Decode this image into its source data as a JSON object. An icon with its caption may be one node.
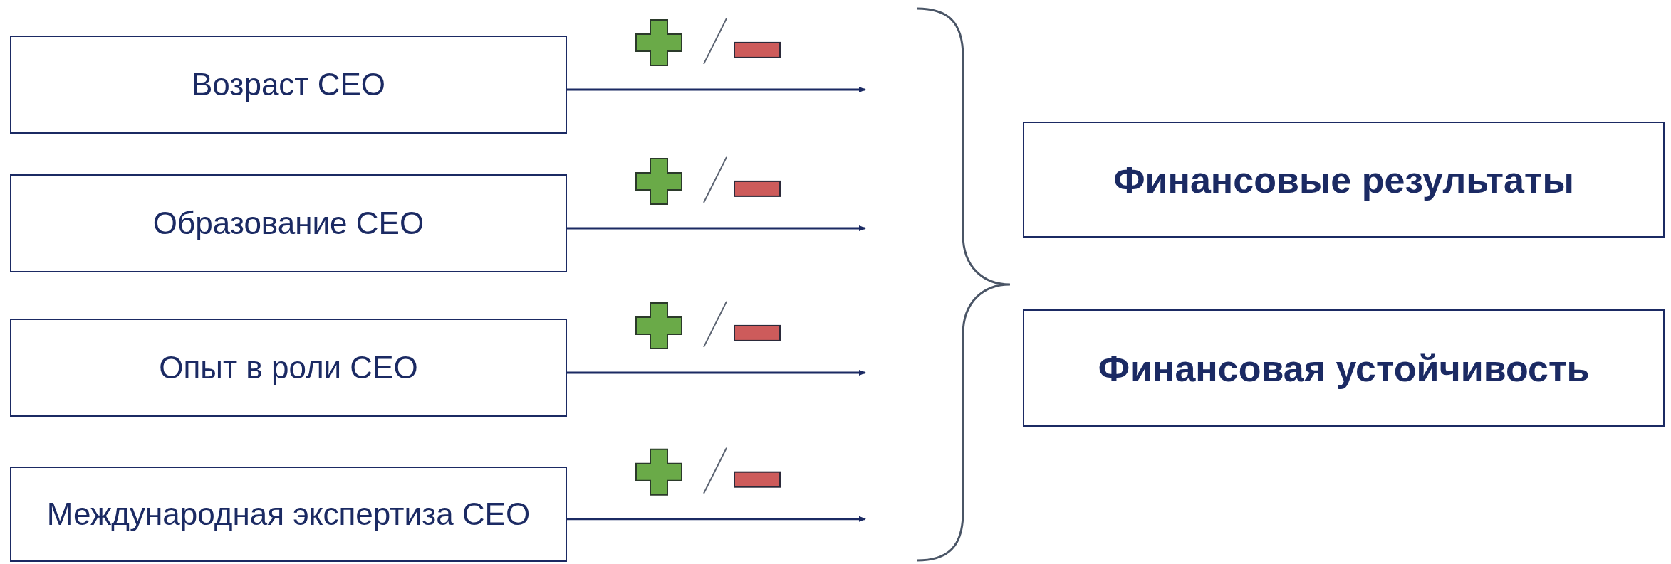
{
  "diagram": {
    "nodes": [
      {
        "text": [
          "Возраст CEO"
        ]
      },
      {
        "text": [
          "Образование CEO"
        ]
      },
      {
        "text": [
          "Опыт в роли CEO"
        ]
      },
      {
        "text": [
          "Международная экспертиза CEO"
        ]
      },
      {
        "text": [
          "Финансовые результаты"
        ]
      },
      {
        "text": [
          "Финансовая устойчивость"
        ]
      }
    ],
    "edges": [
      {
        "from": 0,
        "to": null,
        "arrow": "to"
      },
      {
        "from": 1,
        "to": null,
        "arrow": "to"
      },
      {
        "from": 2,
        "to": null,
        "arrow": "to"
      },
      {
        "from": 3,
        "to": null,
        "arrow": "to"
      }
    ]
  }
}
